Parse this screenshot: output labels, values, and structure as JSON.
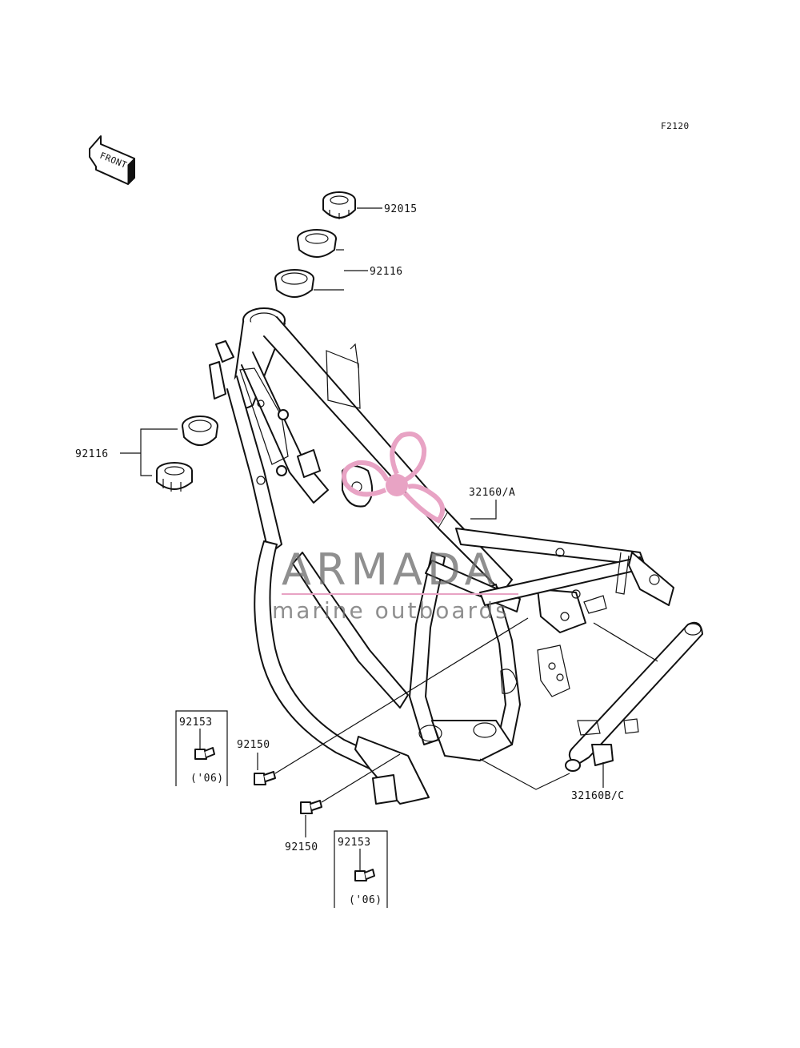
{
  "figure_code": "F2120",
  "front_label": "FRONT",
  "callouts": {
    "p92015": "92015",
    "p92116_top": "92116",
    "p92116_left": "92116",
    "p32160A": "32160/A",
    "p32160BC": "32160B/C",
    "p92150_a": "92150",
    "p92150_b": "92150",
    "box1_part": "92153",
    "box1_note": "('06)",
    "box2_part": "92153",
    "box2_note": "('06)"
  },
  "watermark": {
    "brand": "ARMADA",
    "tagline": "marine outboards",
    "color": "#e8a3c4"
  }
}
